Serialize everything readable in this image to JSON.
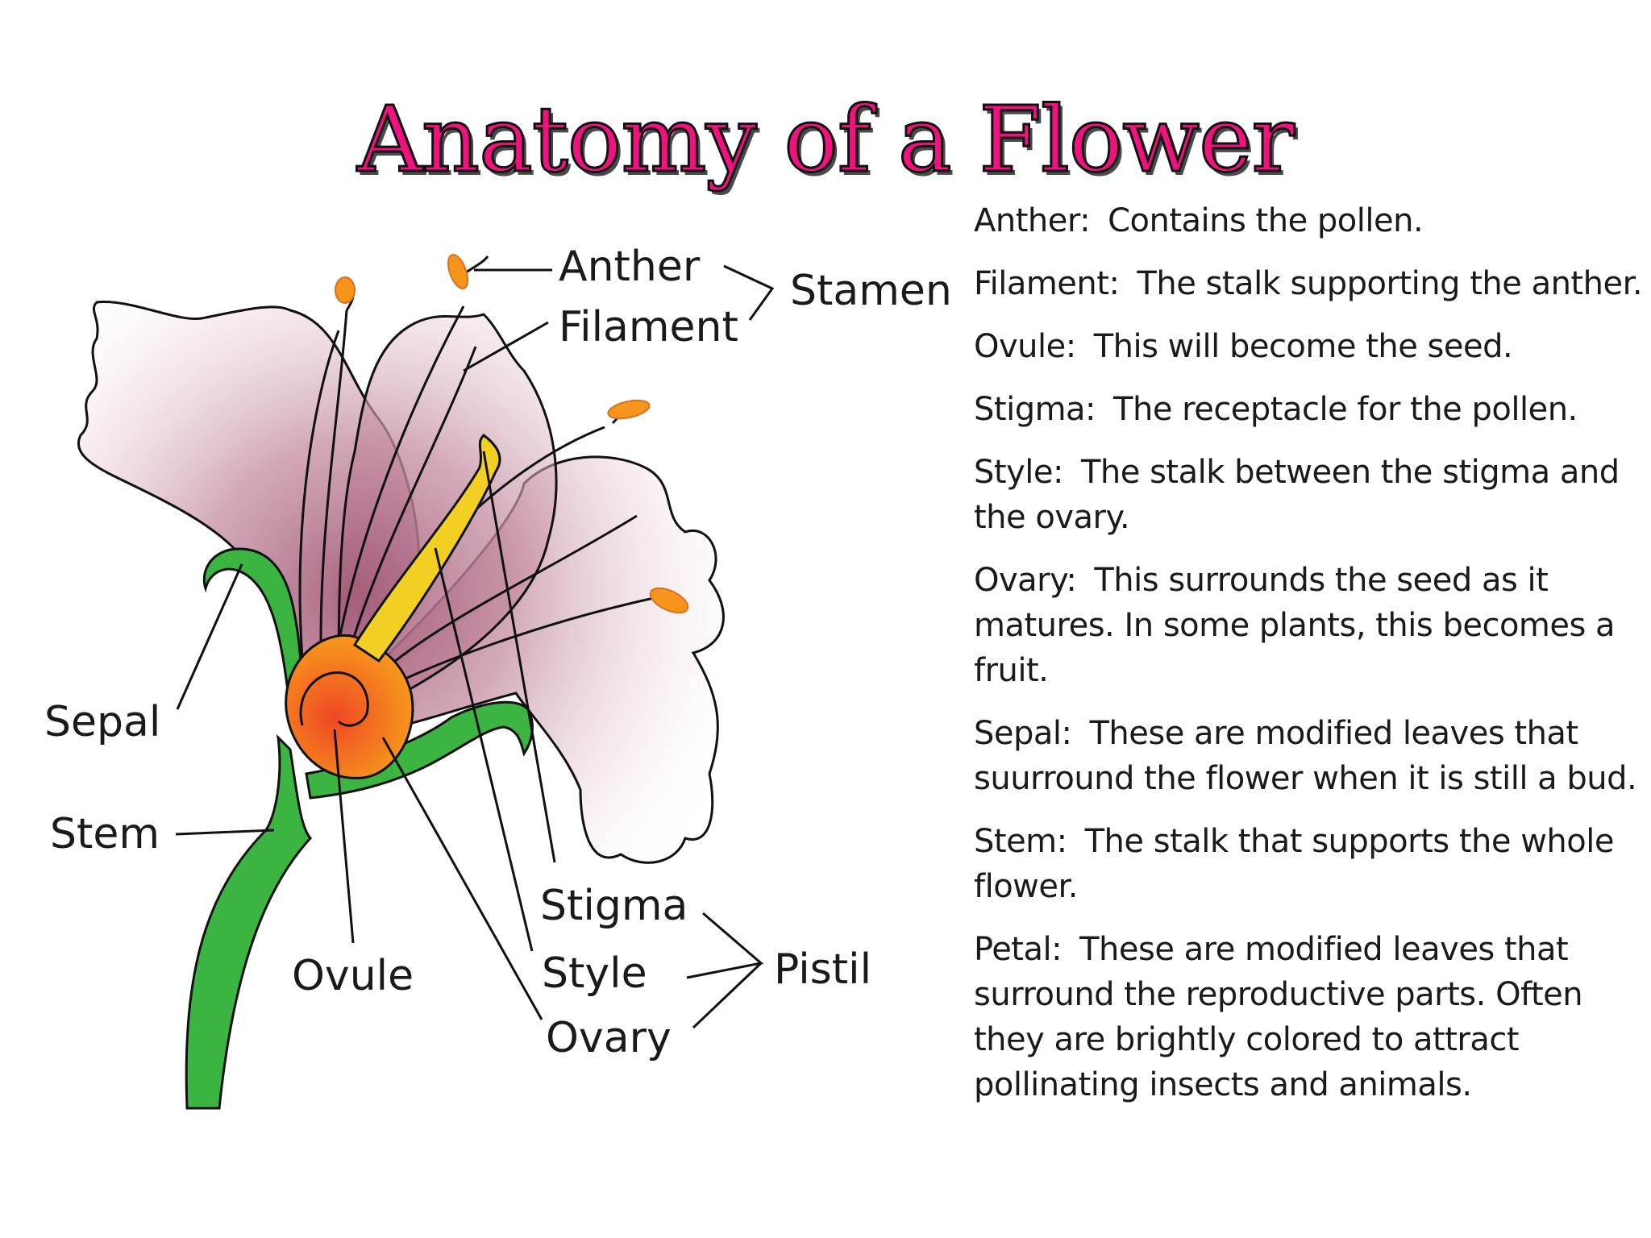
{
  "title": "Anatomy of a Flower",
  "labels": {
    "anther": "Anther",
    "filament": "Filament",
    "stamen": "Stamen",
    "sepal": "Sepal",
    "stem": "Stem",
    "ovule": "Ovule",
    "stigma": "Stigma",
    "style": "Style",
    "ovary": "Ovary",
    "pistil": "Pistil"
  },
  "definitions": [
    {
      "term": "Anther:",
      "text": "Contains the pollen."
    },
    {
      "term": "Filament:",
      "text": "The stalk supporting the anther."
    },
    {
      "term": "Ovule:",
      "text": "This will become the seed."
    },
    {
      "term": "Stigma:",
      "text": "The receptacle for the pollen."
    },
    {
      "term": "Style:",
      "text": "The stalk between the stigma and the ovary."
    },
    {
      "term": "Ovary:",
      "text": "This surrounds the seed as it matures. In some plants, this becomes a fruit."
    },
    {
      "term": "Sepal:",
      "text": "These are modified leaves that suurround the flower when it is still a bud."
    },
    {
      "term": "Stem:",
      "text": "The stalk that supports the whole flower."
    },
    {
      "term": "Petal:",
      "text": "These are modified leaves that surround the reproductive parts. Often they are brightly colored to attract pollinating insects and animals."
    }
  ],
  "colors": {
    "title": "#f0127f",
    "petal_tint": "#b36c86",
    "stem_green": "#3cb441",
    "ovary_orange": "#f7941d",
    "ovule_red": "#ef4723",
    "style_yellow": "#f2d023",
    "anther_orange": "#f7941d"
  }
}
